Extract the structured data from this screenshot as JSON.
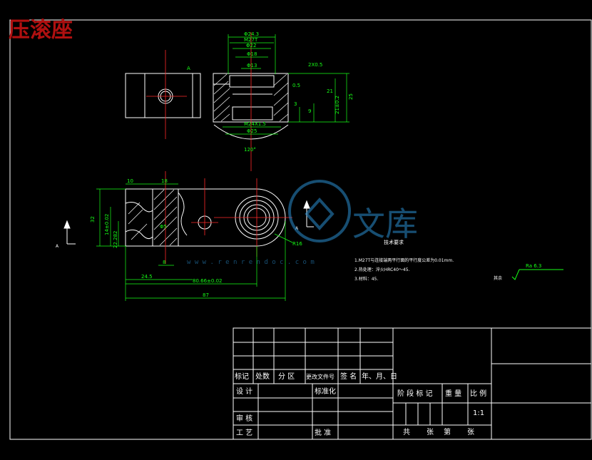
{
  "drawing_title": "压滚座",
  "colors": {
    "background": "#000000",
    "geometry": "#ffffff",
    "dimension": "#17ff17",
    "centerline": "#ff2a2a",
    "title_red": "#b01010",
    "watermark": "#2a8fd0"
  },
  "top_view_dims": {
    "d1": "Φ24.3",
    "d2": "M27T",
    "d3": "Φ22",
    "d4": "Φ18",
    "d5": "Φ13",
    "chamfer": "2X0.5",
    "d6": "0.5",
    "h1": "3",
    "h2": "9",
    "h3": "21",
    "h4": "21±0.2",
    "h5": "25",
    "thread": "M24X1.5",
    "d7": "Φ25",
    "angle": "120°",
    "tol_frame": "A"
  },
  "front_view_dims": {
    "w1": "10",
    "w2": "18",
    "h_total": "32",
    "h_hole": "14±0.02",
    "h_low": "22.282",
    "dia": "Φ5",
    "width_a": "24.5",
    "width_b": "8",
    "center_dist": "80.66±0.02",
    "total": "87",
    "radius": "R16",
    "section_a": "A",
    "section_a2": "A"
  },
  "tech_req": {
    "title": "技术要求",
    "items": [
      "1.M27T与连接端两平行面的平行度公差为0.01mm.",
      "2.热处理：淬火HRC40～45.",
      "3.材料：45."
    ]
  },
  "roughness": {
    "label": "Ra 6.3",
    "note": "其余"
  },
  "watermark": {
    "text": "文库",
    "url": "w w w . r e n r e n d o c . c o m"
  },
  "title_block": {
    "r1": [
      "标记",
      "处数",
      "分 区",
      "更改文件号",
      "签 名",
      "年、月、日"
    ],
    "design": "设 计",
    "standard": "标准化",
    "review": "审 核",
    "process": "工 艺",
    "approve": "批 准",
    "stage": "阶 段 标 记",
    "weight": "重 量",
    "scale": "比 例",
    "scale_value": "1:1",
    "total": "共",
    "sheets": "张",
    "number": "第",
    "sheet": "张"
  }
}
